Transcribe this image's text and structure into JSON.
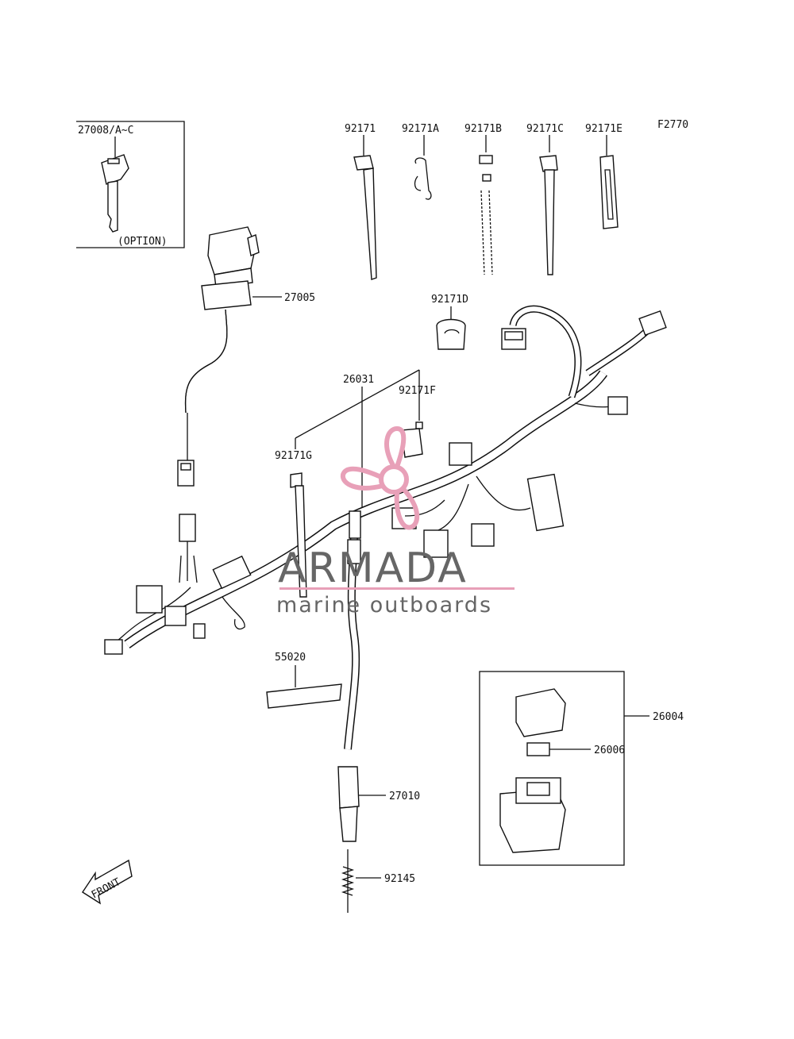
{
  "figure_code": "F2770",
  "option_label": "(OPTION)",
  "front_label": "FRONT",
  "watermark": {
    "brand": "ARMADA",
    "tagline": "marine outboards",
    "accent": "#e8a0b8",
    "text_color": "#666666"
  },
  "parts": {
    "key": "27008/A~C",
    "ignition_switch": "27005",
    "clamp_92171": "92171",
    "clamp_92171a": "92171A",
    "clamp_92171b": "92171B",
    "clamp_92171c": "92171C",
    "clamp_92171e": "92171E",
    "clamp_92171d": "92171D",
    "clamp_92171f": "92171F",
    "clamp_92171g": "92171G",
    "main_harness": "26031",
    "label_55020": "55020",
    "relay_assy": "26004",
    "fuse": "26006",
    "switch_27010": "27010",
    "spring_92145": "92145"
  }
}
